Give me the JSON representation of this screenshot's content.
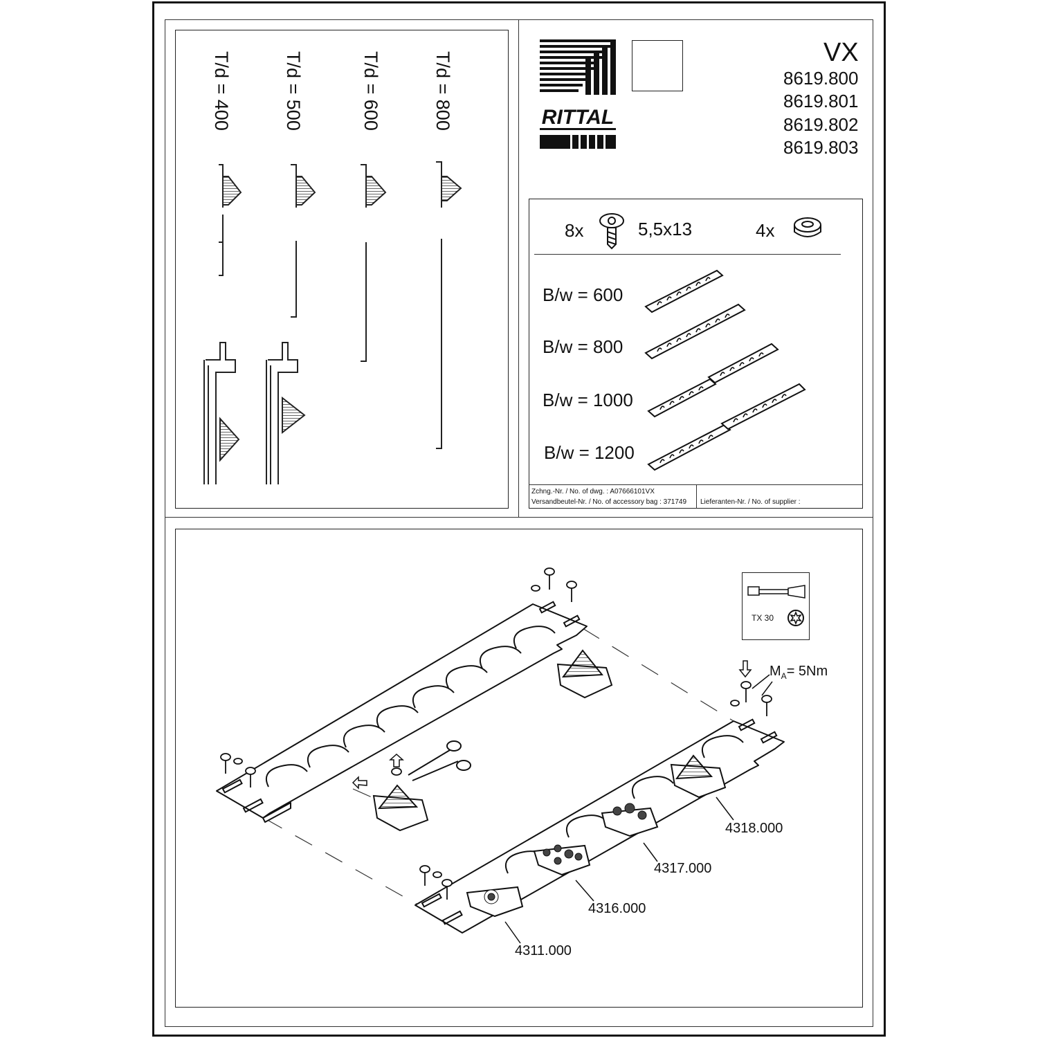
{
  "header": {
    "series": "VX",
    "part_numbers": [
      "8619.800",
      "8619.801",
      "8619.802",
      "8619.803"
    ],
    "brand": "RITTAL"
  },
  "depth_options": [
    "T/d = 400",
    "T/d = 500",
    "T/d = 600",
    "T/d = 800"
  ],
  "contents": {
    "screw_qty": "8x",
    "screw_size": "5,5x13",
    "grommet_qty": "4x"
  },
  "width_options": [
    "B/w = 600",
    "B/w = 800",
    "B/w = 1000",
    "B/w = 1200"
  ],
  "footer": {
    "drawing_no": "Zchng.-Nr. / No. of dwg. : A07666101VX",
    "bag_no": "Versandbeutel-Nr. / No. of accessory bag : 371749",
    "supplier_no": "Lieferanten-Nr. / No. of supplier :"
  },
  "assembly": {
    "tool": "TX 30",
    "torque_prefix": "M",
    "torque_sub": "A",
    "torque_value": "= 5Nm",
    "parts": [
      "4311.000",
      "4316.000",
      "4317.000",
      "4318.000"
    ]
  }
}
